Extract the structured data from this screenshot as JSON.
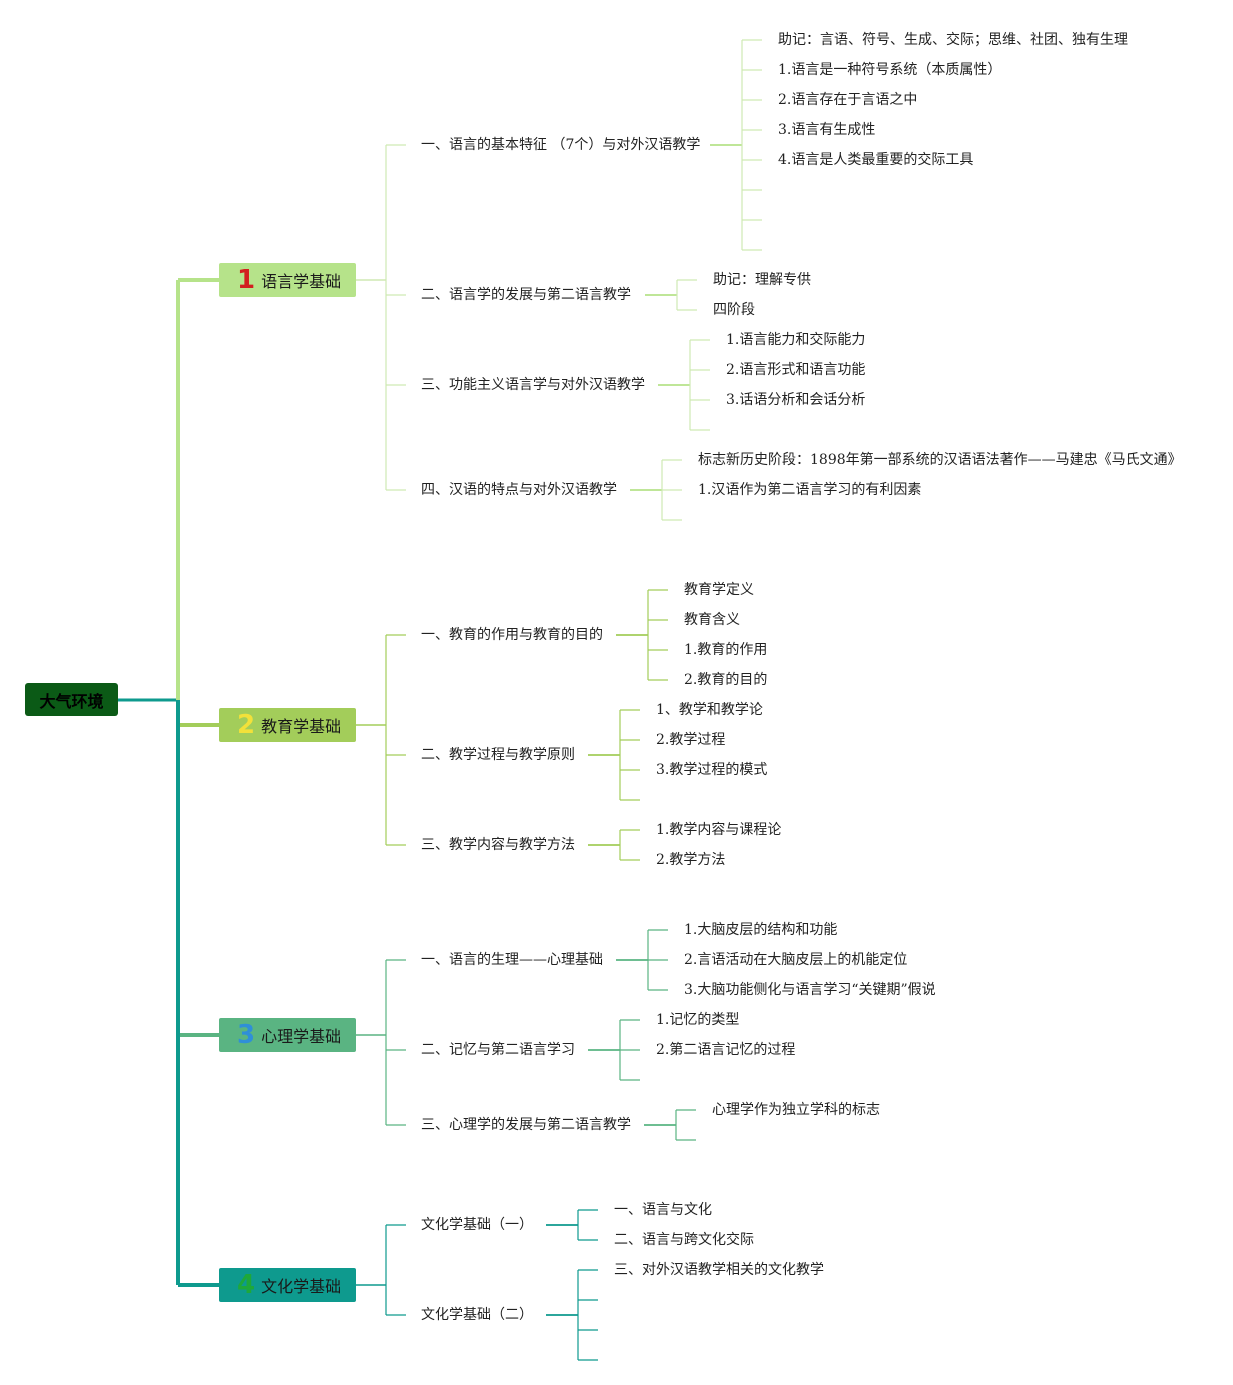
{
  "root": {
    "label": "大气环境"
  },
  "colors": {
    "root_bg": "#0b5a16",
    "branch1": "#b6e38a",
    "branch2": "#a3cd5a",
    "branch3": "#5ab482",
    "branch4": "#0e9a8e",
    "num1": "#d21f1f",
    "num2": "#f2e13a",
    "num3": "#2f8fd8",
    "num4": "#1ea83a"
  },
  "branches": [
    {
      "num": "1",
      "label": "语言学基础",
      "subs": [
        {
          "label": "一、语言的基本特征 （7个）与对外汉语教学",
          "leaves": [
            "助记：言语、符号、生成、交际；思维、社团、独有生理",
            "1.语言是一种符号系统（本质属性）",
            "2.语言存在于言语之中",
            "3.语言有生成性",
            "4.语言是人类最重要的交际工具",
            "",
            "",
            ""
          ]
        },
        {
          "label": "二、语言学的发展与第二语言教学",
          "leaves": [
            "助记：理解专供",
            "四阶段"
          ]
        },
        {
          "label": "三、功能主义语言学与对外汉语教学",
          "leaves": [
            "1.语言能力和交际能力",
            "2.语言形式和语言功能",
            "3.话语分析和会话分析",
            ""
          ]
        },
        {
          "label": "四、汉语的特点与对外汉语教学",
          "leaves": [
            "标志新历史阶段：1898年第一部系统的汉语语法著作——马建忠《马氏文通》",
            "1.汉语作为第二语言学习的有利因素",
            ""
          ]
        }
      ]
    },
    {
      "num": "2",
      "label": "教育学基础",
      "subs": [
        {
          "label": "一、教育的作用与教育的目的",
          "leaves": [
            "教育学定义",
            "教育含义",
            "1.教育的作用",
            "2.教育的目的"
          ]
        },
        {
          "label": "二、教学过程与教学原则",
          "leaves": [
            "1、教学和教学论",
            "2.教学过程",
            "3.教学过程的模式",
            ""
          ]
        },
        {
          "label": "三、教学内容与教学方法",
          "leaves": [
            "1.教学内容与课程论",
            "2.教学方法"
          ]
        }
      ]
    },
    {
      "num": "3",
      "label": "心理学基础",
      "subs": [
        {
          "label": "一、语言的生理——心理基础",
          "leaves": [
            "1.大脑皮层的结构和功能",
            "2.言语活动在大脑皮层上的机能定位",
            "3.大脑功能侧化与语言学习“关键期”假说"
          ]
        },
        {
          "label": "二、记忆与第二语言学习",
          "leaves": [
            "1.记忆的类型",
            "2.第二语言记忆的过程",
            ""
          ]
        },
        {
          "label": "三、心理学的发展与第二语言教学",
          "leaves": [
            "心理学作为独立学科的标志",
            ""
          ]
        }
      ]
    },
    {
      "num": "4",
      "label": "文化学基础",
      "subs": [
        {
          "label": "文化学基础（一）",
          "leaves": [
            "一、语言与文化",
            "二、语言与跨文化交际"
          ]
        },
        {
          "label": "文化学基础（二）",
          "leaves": [
            "三、对外汉语教学相关的文化教学",
            "",
            "",
            ""
          ]
        }
      ]
    }
  ]
}
